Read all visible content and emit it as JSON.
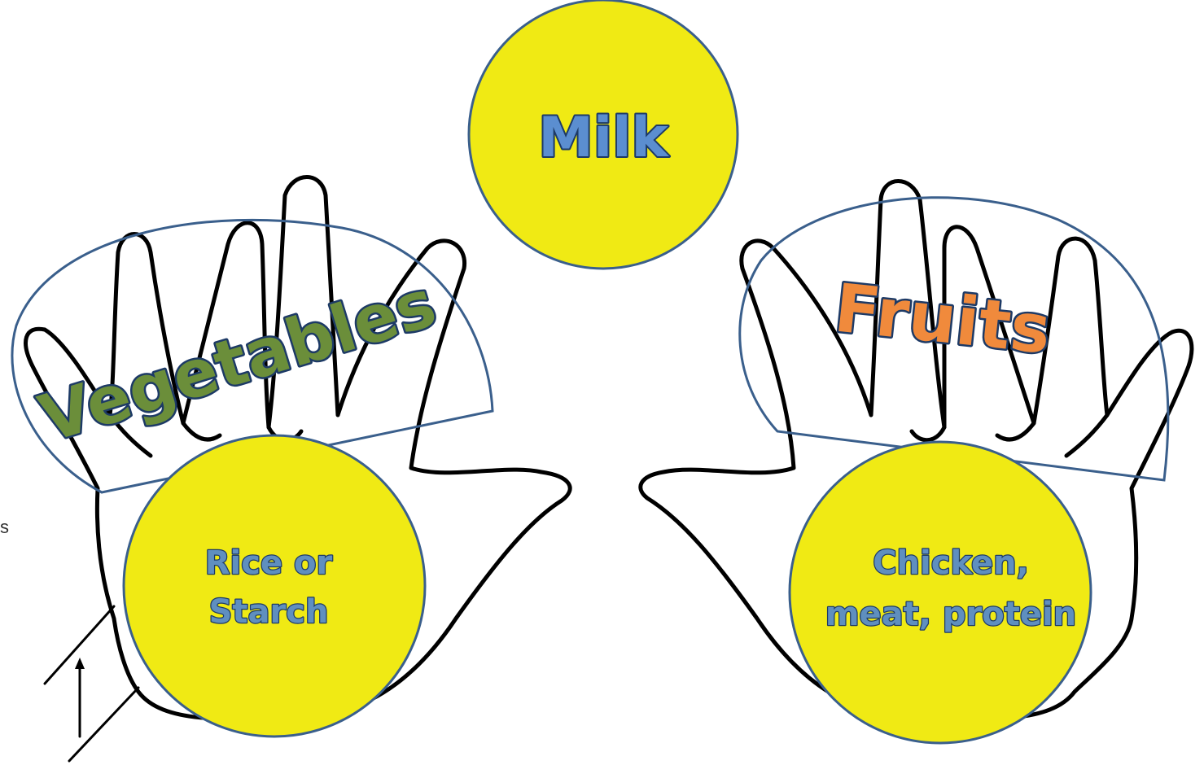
{
  "milk": {
    "label": "Milk",
    "fill": "#f0ea14",
    "text_color": "#5b8ed0"
  },
  "vegetables": {
    "label": "Vegetables",
    "text_color": "#6b8e3a"
  },
  "fruits": {
    "label": "Fruits",
    "text_color": "#f08a3c"
  },
  "starch": {
    "line1": "Rice or",
    "line2": "Starch",
    "fill": "#f0ea14",
    "text_color": "#5f8fbf"
  },
  "protein": {
    "line1": "Chicken,",
    "line2": "meat, protein",
    "fill": "#f0ea14",
    "text_color": "#5f8fbf"
  },
  "edge_fragment": "s"
}
